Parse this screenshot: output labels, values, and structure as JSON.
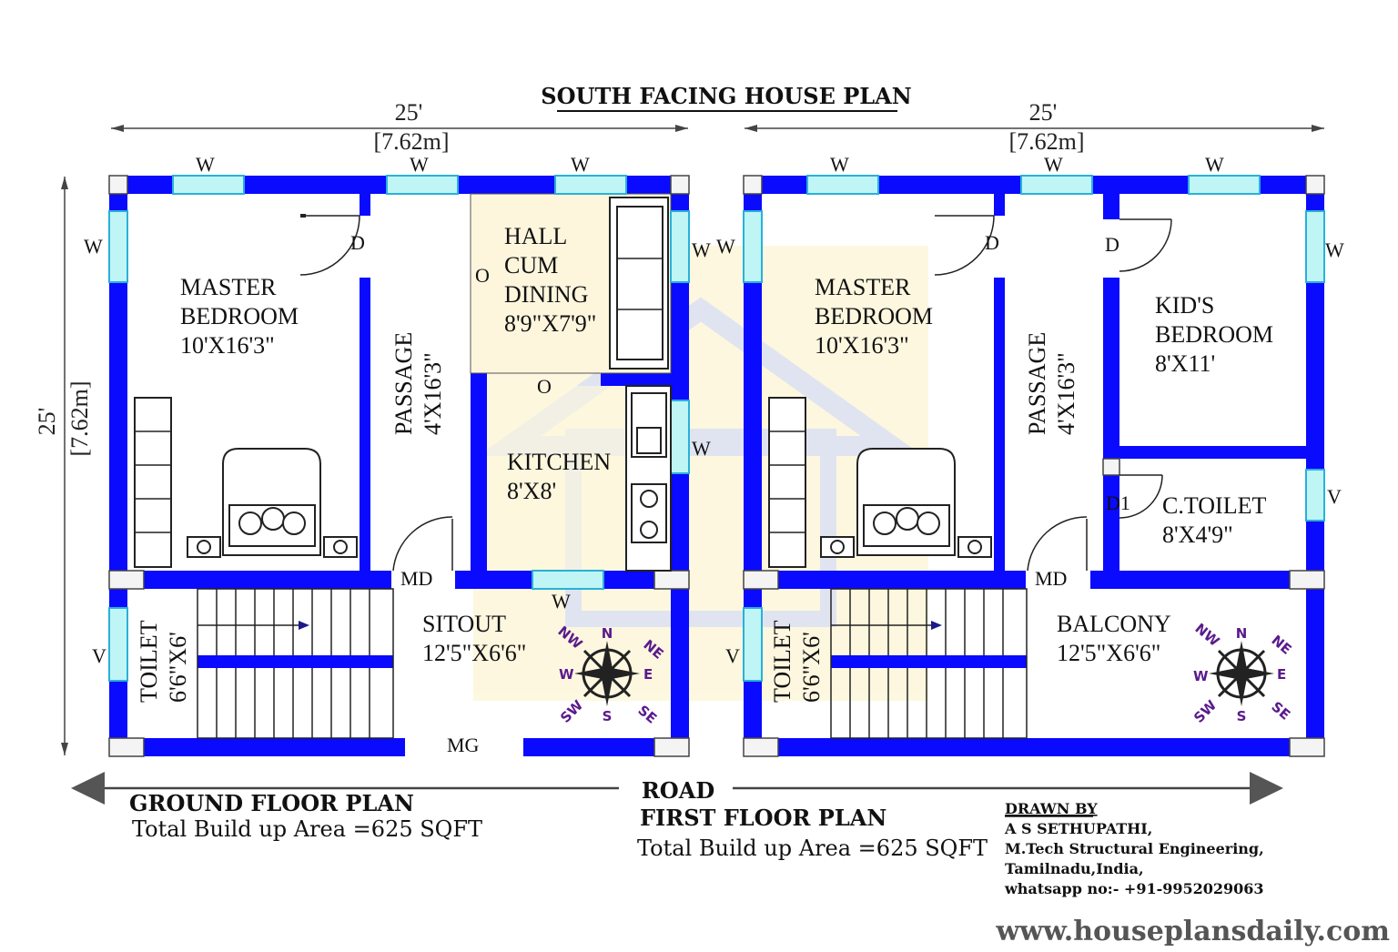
{
  "title": "SOUTH FACING HOUSE PLAN",
  "dimensions": {
    "left_width_ft": "25'",
    "left_width_m": "[7.62m]",
    "right_width_ft": "25'",
    "right_width_m": "[7.62m]",
    "height_ft": "25'",
    "height_m": "[7.62m]"
  },
  "ground_floor": {
    "master_bedroom_l1": "MASTER",
    "master_bedroom_l2": "BEDROOM",
    "master_bedroom_size": "10'X16'3\"",
    "passage_label": "PASSAGE",
    "passage_size": "4'X16'3\"",
    "hall_l1": "HALL",
    "hall_l2": "CUM",
    "hall_l3": "DINING",
    "hall_size": "8'9\"X7'9\"",
    "kitchen_label": "KITCHEN",
    "kitchen_size": "8'X8'",
    "sitout_label": "SITOUT",
    "sitout_size": "12'5\"X6'6\"",
    "toilet_label": "TOILET",
    "toilet_size": "6'6\"X6'",
    "main_door": "MD",
    "main_gate": "MG"
  },
  "first_floor": {
    "master_bedroom_l1": "MASTER",
    "master_bedroom_l2": "BEDROOM",
    "master_bedroom_size": "10'X16'3\"",
    "passage_label": "PASSAGE",
    "passage_size": "4'X16'3\"",
    "kids_l1": "KID'S",
    "kids_l2": "BEDROOM",
    "kids_size": "8'X11'",
    "ctoilet_label": "C.TOILET",
    "ctoilet_size": "8'X4'9\"",
    "balcony_label": "BALCONY",
    "balcony_size": "12'5\"X6'6\"",
    "toilet_label": "TOILET",
    "toilet_size": "6'6\"X6'",
    "main_door": "MD",
    "door_d1": "D1"
  },
  "symbols": {
    "window": "W",
    "door": "D",
    "opening": "O",
    "ventilator": "V"
  },
  "compass": {
    "n": "N",
    "ne": "NE",
    "e": "E",
    "se": "SE",
    "s": "S",
    "sw": "SW",
    "w": "W",
    "nw": "NW"
  },
  "road_label": "ROAD",
  "ground_floor_title": "GROUND FLOOR PLAN",
  "ground_floor_area": "Total Build up Area =625 SQFT",
  "first_floor_title": "FIRST FLOOR PLAN",
  "first_floor_area": "Total Build up Area =625 SQFT",
  "credits": {
    "heading": "DRAWN BY",
    "line1": "A S SETHUPATHI,",
    "line2": "M.Tech Structural Engineering,",
    "line3": "Tamilnadu,India,",
    "line4": "whatsapp no:- +91-9952029063"
  },
  "website": "www.houseplansdaily.com",
  "colors": {
    "wall": "#0a0aff",
    "window": "#bff5f5",
    "compass": "#5a1a8c"
  }
}
